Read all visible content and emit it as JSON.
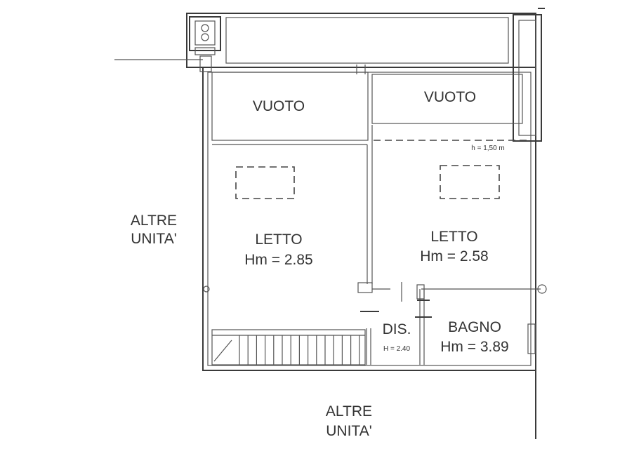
{
  "labels": {
    "void_left": "VUOTO",
    "void_right": "VUOTO",
    "annotation_top_right": "h = 1,50 m",
    "others_left_line1": "ALTRE",
    "others_left_line2": "UNITA'",
    "bedroom_left_name": "LETTO",
    "bedroom_left_height": "Hm = 2.85",
    "bedroom_right_name": "LETTO",
    "bedroom_right_height": "Hm = 2.58",
    "hall_name": "DIS.",
    "hall_height": "H = 2.40",
    "bath_name": "BAGNO",
    "bath_height": "Hm = 3.89",
    "others_bottom_line1": "ALTRE",
    "others_bottom_line2": "UNITA'"
  }
}
